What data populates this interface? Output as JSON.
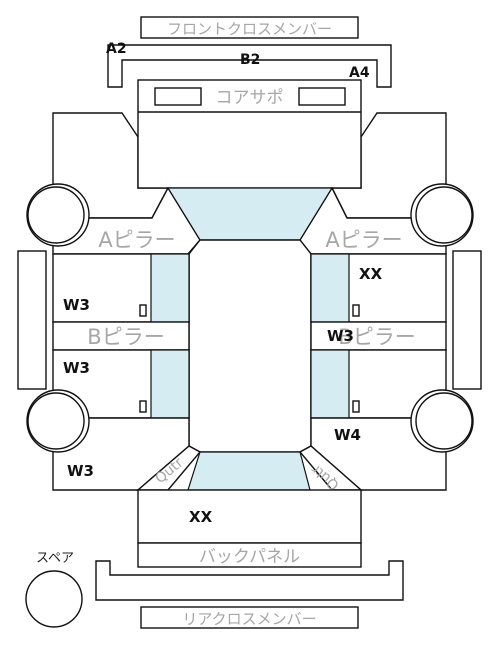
{
  "parts": {
    "front_cross_member": "フロントクロスメンバー",
    "core_support": "コアサポ",
    "a_pillar_left": "Aピラー",
    "a_pillar_right": "Aピラー",
    "b_pillar_left": "Bピラー",
    "b_pillar_right": "Bピラー",
    "quarter_left": "Qutr",
    "quarter_right": "Qutr",
    "back_panel": "バックパネル",
    "rear_cross_member": "リアクロスメンバー",
    "spare": "スペア"
  },
  "marks": {
    "a2": "A2",
    "b2": "B2",
    "a4": "A4",
    "xx_right_front": "XX",
    "w3_left_front": "W3",
    "w3_right_mid": "W3",
    "w3_left_rear": "W3",
    "w4_right_rear": "W4",
    "w3_left_bottom": "W3",
    "xx_rear": "XX"
  },
  "colors": {
    "glass": "#d6ecf3",
    "label_gray": "#a6a6a6",
    "line": "#111111"
  }
}
